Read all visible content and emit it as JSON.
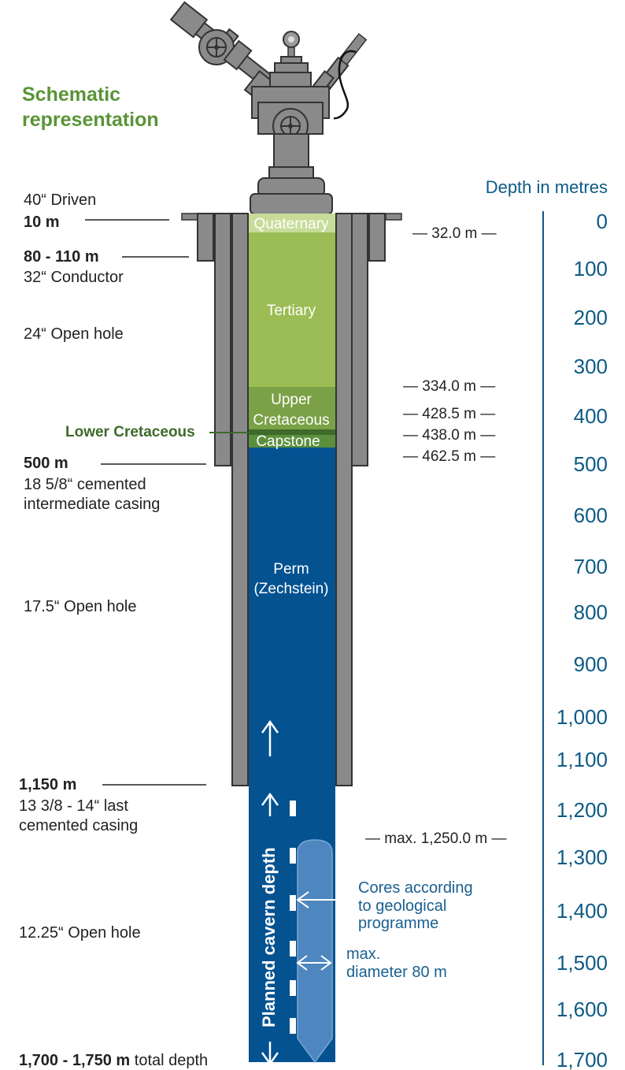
{
  "title": {
    "line1": "Schematic",
    "line2": "representation"
  },
  "depth_header": "Depth in metres",
  "depth_ticks": [
    "0",
    "100",
    "200",
    "300",
    "400",
    "500",
    "600",
    "700",
    "800",
    "900",
    "1,000",
    "1,100",
    "1,200",
    "1,300",
    "1,400",
    "1,500",
    "1,600",
    "1,700"
  ],
  "left_labels": {
    "driven_size": "40“  Driven",
    "driven_depth": "10 m",
    "conductor_depth": "80 - 110 m",
    "conductor_size": "32“  Conductor",
    "open_hole_24": "24“ Open hole",
    "lower_cretaceous": "Lower Cretaceous",
    "intermediate_depth": "500 m",
    "intermediate_line1": "18 5/8“ cemented",
    "intermediate_line2": "intermediate casing",
    "open_hole_175": "17.5“ Open hole",
    "last_casing_depth": "1,150 m",
    "last_casing_line1": "13 3/8 - 14“ last",
    "last_casing_line2": "cemented casing",
    "open_hole_1225": "12.25“ Open hole",
    "total_depth_value": "1,700 - 1,750 m",
    "total_depth_suffix": " total depth"
  },
  "layers": {
    "quaternary": "Quaternary",
    "tertiary": "Tertiary",
    "upper_cretaceous_1": "Upper",
    "upper_cretaceous_2": "Cretaceous",
    "capstone": "Capstone",
    "perm_1": "Perm",
    "perm_2": "(Zechstein)"
  },
  "boundary_depths": {
    "quaternary_base": "—  32.0 m  —",
    "tertiary_base": "—  334.0 m  —",
    "upper_cretaceous_base": "—  428.5 m  —",
    "lower_cretaceous_base": "—  438.0 m  —",
    "capstone_base": "—  462.5 m  —",
    "cavern_max": "— max. 1,250.0 m —"
  },
  "cavern": {
    "planned_label": "Planned cavern depth",
    "cores_line1": "Cores according",
    "cores_line2": "to geological",
    "cores_line3": "programme",
    "diameter_line1": "max.",
    "diameter_line2": "diameter 80 m"
  },
  "colors": {
    "title_green": "#5a9437",
    "quaternary": "#c6dc98",
    "tertiary": "#9cbd55",
    "cretaceous": "#7aa146",
    "lower_cretaceous": "#3e6b2a",
    "capstone": "#5b8f3d",
    "perm": "#045290",
    "casing_gray": "#878787",
    "depth_blue": "#0d5a86"
  }
}
